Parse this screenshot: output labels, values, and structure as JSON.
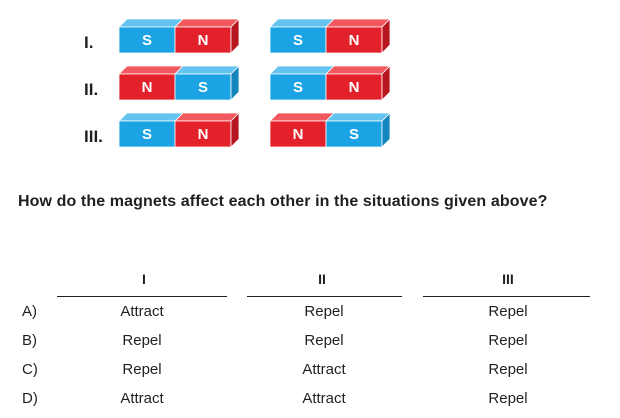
{
  "rows": [
    {
      "label": "I.",
      "left": {
        "poles": [
          "S",
          "N"
        ]
      },
      "right": {
        "poles": [
          "S",
          "N"
        ]
      }
    },
    {
      "label": "II.",
      "left": {
        "poles": [
          "N",
          "S"
        ]
      },
      "right": {
        "poles": [
          "S",
          "N"
        ]
      }
    },
    {
      "label": "III.",
      "left": {
        "poles": [
          "S",
          "N"
        ]
      },
      "right": {
        "poles": [
          "N",
          "S"
        ]
      }
    }
  ],
  "colors": {
    "S": "#1ba3e3",
    "N": "#e3212b",
    "S_dark": "#1386bd",
    "N_dark": "#b8161e",
    "S_light": "#63c4f0",
    "N_light": "#f2595f"
  },
  "question": "How do the magnets affect each other in the situations given above?",
  "table": {
    "columns": [
      "I",
      "II",
      "III"
    ],
    "options": [
      {
        "letter": "A)",
        "values": [
          "Attract",
          "Repel",
          "Repel"
        ]
      },
      {
        "letter": "B)",
        "values": [
          "Repel",
          "Repel",
          "Repel"
        ]
      },
      {
        "letter": "C)",
        "values": [
          "Repel",
          "Attract",
          "Repel"
        ]
      },
      {
        "letter": "D)",
        "values": [
          "Attract",
          "Attract",
          "Repel"
        ]
      }
    ]
  }
}
